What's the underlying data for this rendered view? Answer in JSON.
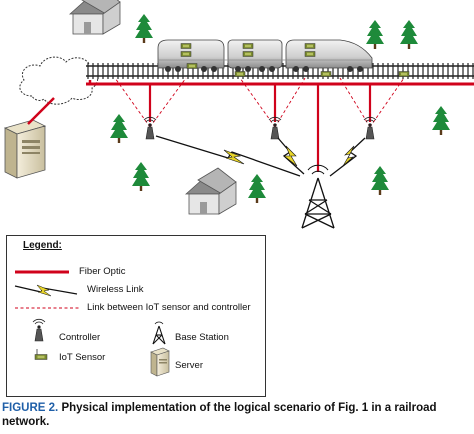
{
  "legend": {
    "title": "Legend:",
    "items": [
      {
        "key": "fiber",
        "label": "Fiber Optic"
      },
      {
        "key": "wireless",
        "label": "Wireless Link"
      },
      {
        "key": "iot_link",
        "label": "Link between IoT sensor and controller"
      },
      {
        "key": "controller",
        "label": "Controller"
      },
      {
        "key": "base_station",
        "label": "Base Station"
      },
      {
        "key": "iot_sensor",
        "label": "IoT Sensor"
      },
      {
        "key": "server",
        "label": "Server"
      }
    ]
  },
  "caption": {
    "figure_label": "FIGURE 2.",
    "text": "Physical implementation of the logical scenario of Fig. 1 in a railroad network."
  },
  "colors": {
    "fiber": "#d0021b",
    "wireless": "#e8d52a",
    "dashed_link": "#d0021b",
    "tree": "#1e8a3a",
    "caption_label": "#1f5fa8"
  }
}
